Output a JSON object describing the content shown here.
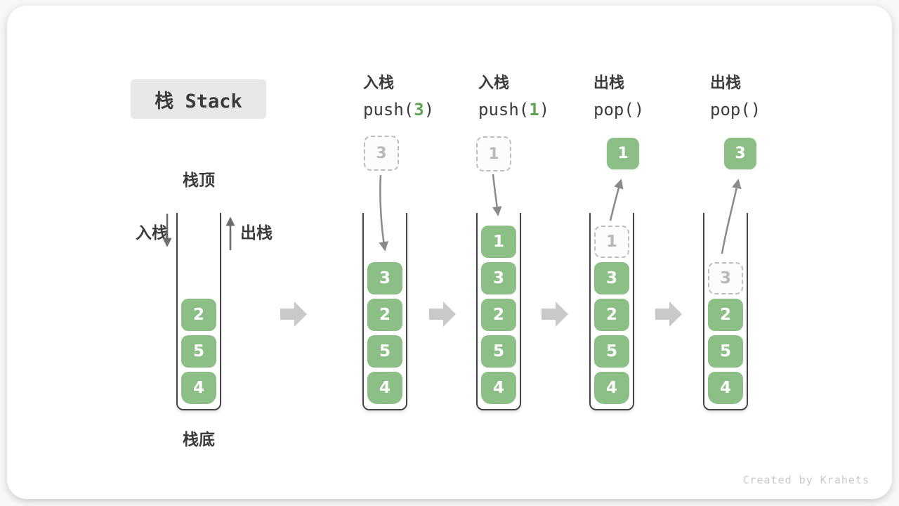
{
  "title": {
    "label": "栈 Stack"
  },
  "legend": {
    "top_label": "栈顶",
    "bottom_label": "栈底",
    "push_label": "入栈",
    "pop_label": "出栈"
  },
  "watermark": "Created by Krahets",
  "colors": {
    "block_green": "#8cbf85",
    "code_arg_green": "#5ea350",
    "curved_arrow_gray": "#8a8a8a",
    "flow_arrow_gray": "#c9c9c9",
    "ghost_gray": "#bdbdbd",
    "text_dark": "#3c3c3c",
    "title_bg": "#e8e8e8"
  },
  "columns": [
    {
      "name": "initial",
      "cells": [
        {
          "v": "2"
        },
        {
          "v": "5"
        },
        {
          "v": "4"
        }
      ]
    },
    {
      "name": "push-3",
      "op": "入栈",
      "code_pre": "push(",
      "code_arg": "3",
      "code_post": ")",
      "float_v": "3",
      "cells": [
        {
          "v": "3"
        },
        {
          "v": "2"
        },
        {
          "v": "5"
        },
        {
          "v": "4"
        }
      ]
    },
    {
      "name": "push-1",
      "op": "入栈",
      "code_pre": "push(",
      "code_arg": "1",
      "code_post": ")",
      "float_v": "1",
      "cells": [
        {
          "v": "1"
        },
        {
          "v": "3"
        },
        {
          "v": "2"
        },
        {
          "v": "5"
        },
        {
          "v": "4"
        }
      ]
    },
    {
      "name": "pop-1",
      "op": "出栈",
      "code_pre": "pop(",
      "code_arg": "",
      "code_post": ")",
      "float_v": "1",
      "cells": [
        {
          "v": "1",
          "ghost": true
        },
        {
          "v": "3"
        },
        {
          "v": "2"
        },
        {
          "v": "5"
        },
        {
          "v": "4"
        }
      ]
    },
    {
      "name": "pop-3",
      "op": "出栈",
      "code_pre": "pop(",
      "code_arg": "",
      "code_post": ")",
      "float_v": "3",
      "cells": [
        {
          "v": "3",
          "ghost": true
        },
        {
          "v": "2"
        },
        {
          "v": "5"
        },
        {
          "v": "4"
        }
      ]
    }
  ]
}
